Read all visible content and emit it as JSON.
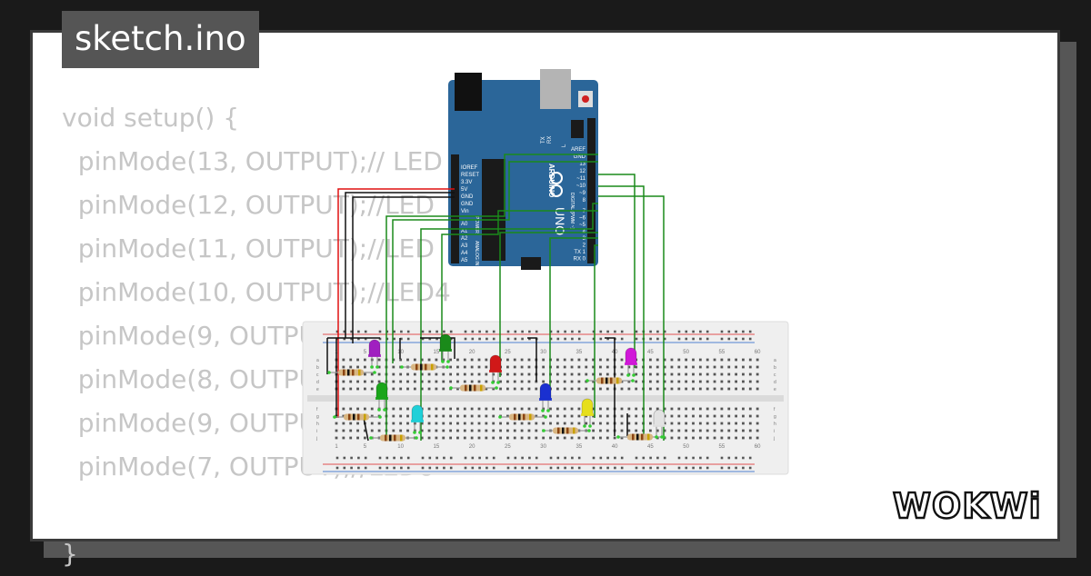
{
  "tab": {
    "label": "sketch.ino"
  },
  "code_lines": [
    "void setup() {",
    "  pinMode(13, OUTPUT);// LED",
    "  pinMode(12, OUTPUT);//LED",
    "  pinMode(11, OUTPUT);//LED",
    "  pinMode(10, OUTPUT);//LED4",
    "  pinMode(9, OUTPUT);//LED5",
    "  pinMode(8, OUTPUT);//LED6",
    "  pinMode(9, OUTPUT);//LED7",
    "  pinMode(7, OUTPUT);//LED8",
    "",
    "}"
  ],
  "board": {
    "brand": "ARDUINO",
    "model": "UNO",
    "power_pins": [
      "IOREF",
      "RESET",
      "3.3V",
      "5V",
      "GND",
      "GND",
      "Vin"
    ],
    "analog_pins": [
      "A0",
      "A1",
      "A2",
      "A3",
      "A4",
      "A5"
    ],
    "power_header_label": "POWER",
    "analog_header_label": "ANALOG IN",
    "digital_header_label": "DIGITAL (PWM ~)",
    "top_labels": [
      "AREF",
      "GND",
      "13",
      "12",
      "~11",
      "~10",
      "~9",
      "8"
    ],
    "bottom_labels": [
      "7",
      "~6",
      "~5",
      "4",
      "~3",
      "2",
      "TX 1",
      "RX 0"
    ],
    "led_labels": [
      "L",
      "TX",
      "RX"
    ]
  },
  "breadboard": {
    "column_numbers": [
      "1",
      "5",
      "10",
      "15",
      "20",
      "25",
      "30",
      "35",
      "40",
      "45",
      "50",
      "55",
      "60"
    ],
    "row_letters_top": [
      "a",
      "b",
      "c",
      "d",
      "e"
    ],
    "row_letters_bottom": [
      "f",
      "g",
      "h",
      "i",
      "j"
    ]
  },
  "leds": [
    {
      "name": "led-purple-1",
      "color": "#a020c0"
    },
    {
      "name": "led-green-1",
      "color": "#1aa51a"
    },
    {
      "name": "led-cyan",
      "color": "#20d0d8"
    },
    {
      "name": "led-green-2",
      "color": "#1a8a1a"
    },
    {
      "name": "led-red",
      "color": "#d01818"
    },
    {
      "name": "led-blue",
      "color": "#1a30d0"
    },
    {
      "name": "led-yellow",
      "color": "#e6df1c"
    },
    {
      "name": "led-magenta",
      "color": "#d018d8"
    },
    {
      "name": "led-white",
      "color": "#e2e2e2"
    }
  ],
  "colors": {
    "board_blue": "#2b6699",
    "wire_green": "#1a8a1a",
    "wire_red": "#e01010",
    "wire_black": "#111111"
  },
  "logo": {
    "text": "WOKWi"
  }
}
